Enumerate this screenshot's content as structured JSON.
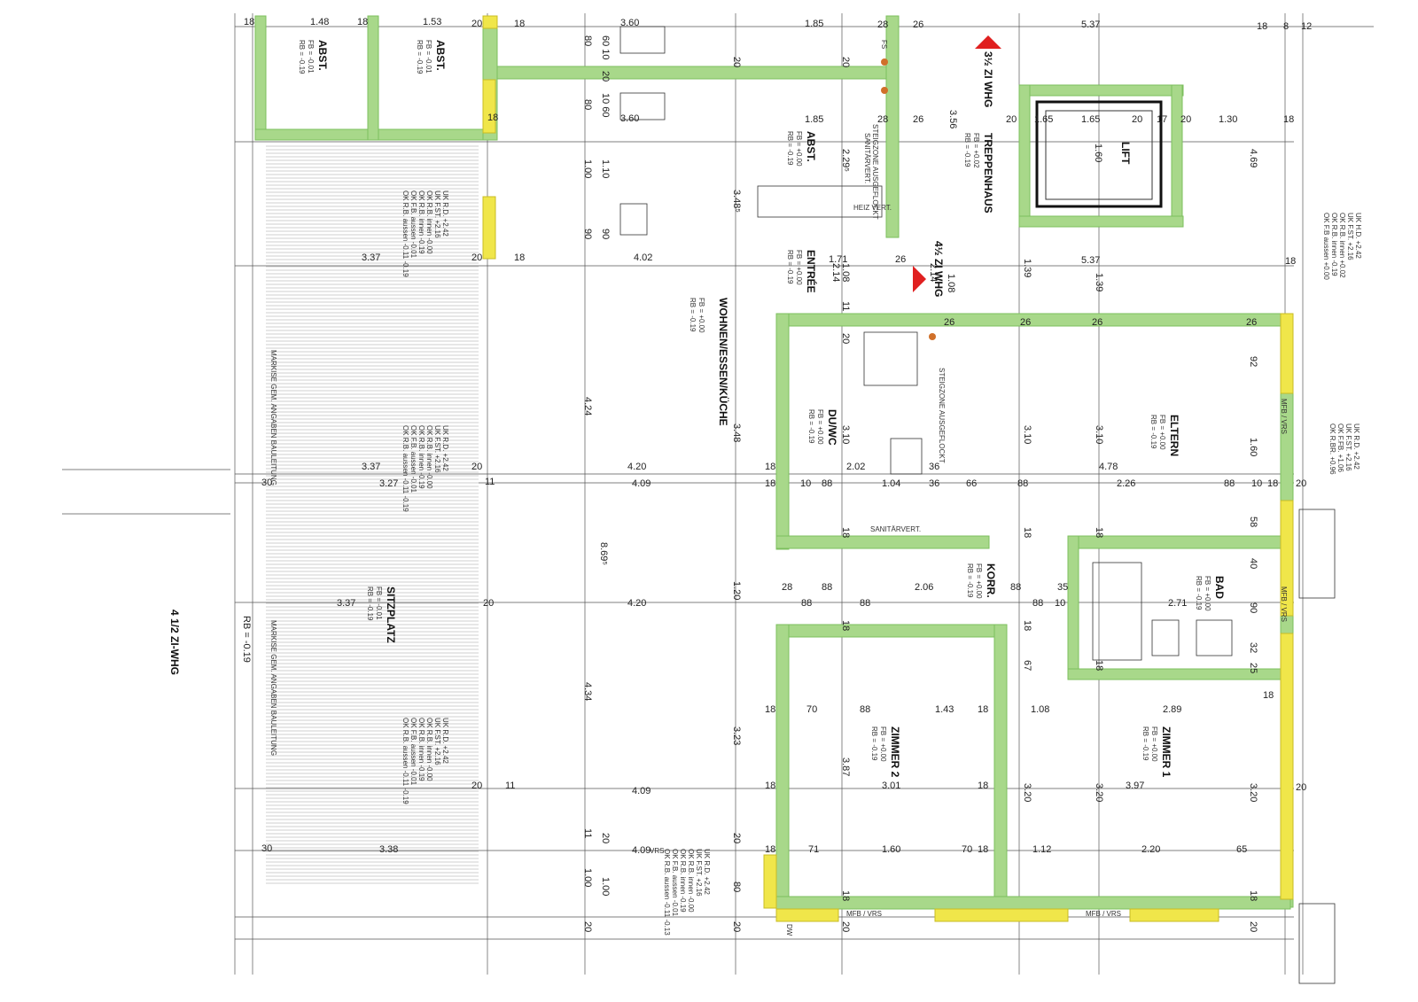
{
  "rooms": {
    "abst1": {
      "name": "ABST.",
      "fb": "FB = -0.01",
      "rb": "RB = -0.19"
    },
    "abst2": {
      "name": "ABST.",
      "fb": "FB = -0.01",
      "rb": "RB = -0.19"
    },
    "abst3": {
      "name": "ABST.",
      "fb": "FB = +0.00",
      "rb": "RB = -0.19"
    },
    "treppenhaus": {
      "name": "TREPPENHAUS",
      "fb": "FB = +0.02",
      "rb": "RB = -0.19"
    },
    "lift": {
      "name": "LIFT"
    },
    "entree": {
      "name": "ENTRÉE",
      "fb": "FB = +0.00",
      "rb": "RB = -0.19"
    },
    "wohnen": {
      "name": "WOHNEN/ESSEN/KÜCHE",
      "fb": "FB = +0.00",
      "rb": "RB = -0.19"
    },
    "duwc": {
      "name": "DU/WC",
      "fb": "FB = +0.00",
      "rb": "RB = -0.19"
    },
    "eltern": {
      "name": "ELTERN",
      "fb": "FB = +0.00",
      "rb": "RB = -0.19"
    },
    "korr": {
      "name": "KORR.",
      "fb": "FB = +0.00",
      "rb": "RB = -0.19"
    },
    "bad": {
      "name": "BAD",
      "fb": "FB = +0.00",
      "rb": "RB = -0.19"
    },
    "zimmer2": {
      "name": "ZIMMER 2",
      "fb": "FB = +0.00",
      "rb": "RB = -0.19"
    },
    "zimmer1": {
      "name": "ZIMMER 1",
      "fb": "FB = +0.00",
      "rb": "RB = -0.19"
    },
    "sitzplatz": {
      "name": "SITZPLATZ",
      "fb": "FB = -0.01",
      "rb": "RB = -0.19"
    }
  },
  "labels": {
    "apt_left": "4 1/2 ZI-WHG",
    "apt_35": "3½ ZI WHG",
    "apt_45": "4½ ZI WHG",
    "rb_left": "RB = -0.19",
    "markise1": "MARKISE GEM. ANGABEN BAULEITUNG",
    "markise2": "MARKISE GEM. ANGABEN BAULEITUNG",
    "sanitaervert1": "SANITÄRVERT.",
    "sanitaervert2": "SANITÄRVERT.",
    "heizvert": "HEIZ VERT.",
    "steigzone1": "STEIGZONE AUSGEFLOCKT",
    "steigzone2": "STEIGZONE AUSGEFLOCKT",
    "mfb_vrs": "MFB / VRS",
    "mfb_vrs2": "MFB / VRS",
    "mfb_vrs3": "MFB / VRS",
    "mfb_vrs4": "MFB / VRS",
    "vrs": "VRS",
    "dw": "DW",
    "fs": "FS"
  },
  "notes": {
    "n1": [
      "UK R.D. +2.42",
      "UK F.ST. +2.16",
      "OK R.B. innen -0.00",
      "OK R.B. innen -0.19",
      "OK F.B. aussen -0.01",
      "OK R.B. aussen -0.11 -0.19"
    ],
    "n2": [
      "UK R.D. +2.42",
      "UK F.ST. +2.16",
      "OK R.B. innen -0.00",
      "OK R.B. innen -0.19",
      "OK F.B. aussen -0.01",
      "OK R.B. aussen -0.11 -0.19"
    ],
    "n3": [
      "UK R.D. +2.42",
      "UK F.ST. +2.16",
      "OK R.B. innen -0.00",
      "OK R.B. innen -0.19",
      "OK F.B. aussen -0.01",
      "OK R.B. aussen -0.11 -0.19"
    ],
    "n4": [
      "UK R.D. +2.42",
      "UK F.ST. +2.16",
      "OK R.B. innen -0.00",
      "OK R.B. innen -0.19",
      "OK F.B. aussen -0.01",
      "OK R.B. aussen -0.11 -0.13"
    ],
    "n5": [
      "UK H.D. +2.42",
      "UK F.ST. +2.16",
      "OK R.B. innen +0.02",
      "OK R.B. innen -0.19",
      "OK F.B aussen +0.00"
    ],
    "n6": [
      "UK R.D. +2.42",
      "UK F.ST. +2.16",
      "OK F.FB. +1.06",
      "OK R.BR. +0.96"
    ]
  },
  "dims": {
    "d148": "1.48",
    "d153": "1.53",
    "d360a": "3.60",
    "d360b": "3.60",
    "d185a": "1.85",
    "d185b": "1.85",
    "d537a": "5.37",
    "d537b": "5.37",
    "d165a": "1.65",
    "d165b": "1.65",
    "d130": "1.30",
    "d469": "4.69",
    "d402": "4.02",
    "d337a": "3.37",
    "d337b": "3.37",
    "d337c": "3.37",
    "d327": "3.27",
    "d338": "3.38",
    "d420a": "4.20",
    "d420b": "4.20",
    "d409a": "4.09",
    "d409b": "4.09",
    "d409c": "4.09",
    "d424": "4.24",
    "d434": "4.34",
    "d869": "8.69⁵",
    "d348a": "3.48⁵",
    "d348b": "3.48",
    "d323": "3.23",
    "d120": "1.20",
    "d110": "1.10",
    "d100a": "1.00",
    "d100b": "1.00",
    "d100c": "1.00",
    "d229": "2.29⁵",
    "d171": "1.71",
    "d214a": "2.14",
    "d214b": "2.14",
    "d108a": "1.08",
    "d108b": "1.08",
    "d310a": "3.10",
    "d310b": "3.10",
    "d310c": "3.10",
    "d202a": "2.02",
    "d104": "1.04",
    "d478": "4.78",
    "d226": "2.26",
    "d206": "2.06",
    "d271": "2.71",
    "d289": "2.89",
    "d301": "3.01",
    "d397": "3.97",
    "d387": "3.87",
    "d320a": "3.20",
    "d320b": "3.20",
    "d320c": "3.20",
    "d160a": "1.60",
    "d160b": "1.60",
    "d160c": "1.60",
    "d112": "1.12",
    "d220": "2.20",
    "d143": "1.43",
    "d108c": "1.08",
    "d139a": "1.39",
    "d139b": "1.39",
    "d356": "3.56",
    "d88": "88",
    "d18": "18",
    "d20": "20",
    "d26": "26",
    "d28": "28",
    "d30": "30",
    "d11": "11",
    "d36": "36",
    "d66": "66",
    "d10": "10",
    "d35": "35",
    "d70": "70",
    "d71": "71",
    "d65": "65",
    "d58": "58",
    "d40": "40",
    "d90": "90",
    "d32": "32",
    "d25": "25",
    "d67": "67",
    "d92": "92",
    "d8": "8",
    "d12": "12",
    "d17": "17",
    "d80": "80",
    "d60": "60",
    "d1060": "10 60",
    "d6010": "60 10"
  }
}
